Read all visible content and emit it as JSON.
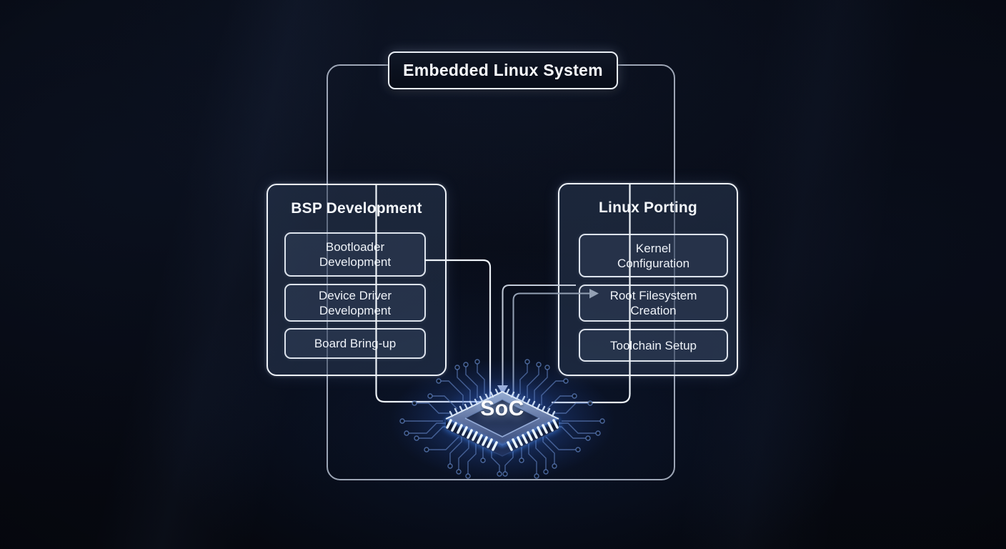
{
  "title_box": {
    "label": "Embedded Linux System"
  },
  "bsp": {
    "title": "BSP Development",
    "items": [
      {
        "lines": [
          "Bootloader",
          "Development"
        ]
      },
      {
        "lines": [
          "Device Driver",
          "Development"
        ]
      },
      {
        "lines": [
          "Board Bring-up"
        ]
      }
    ]
  },
  "linux_porting": {
    "title": "Linux Porting",
    "items": [
      {
        "lines": [
          "Kernel",
          "Configuration"
        ]
      },
      {
        "lines": [
          "Root Filesystem",
          "Creation"
        ]
      },
      {
        "lines": [
          "Toolchain Setup"
        ]
      }
    ]
  },
  "soc": {
    "label": "SoC"
  },
  "colors": {
    "background": "#06080f",
    "box_border": "#edf1f7",
    "connector": "#edf2f7",
    "muted_connector": "#9aa7ba",
    "pin_glow": "#3f8dff",
    "trace": "#5b7cb8"
  }
}
